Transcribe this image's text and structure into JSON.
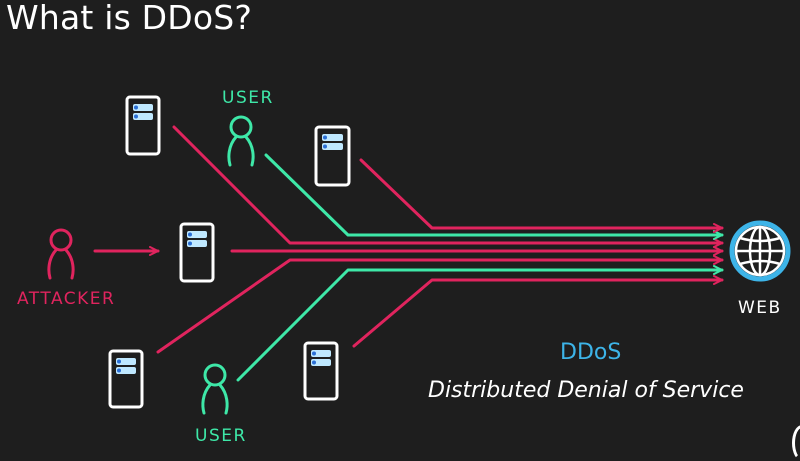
{
  "title": "What is DDoS?",
  "labels": {
    "user_top": "USER",
    "user_bottom": "USER",
    "attacker": "ATTACKER",
    "web": "WEB"
  },
  "caption": {
    "term": "DDoS",
    "expansion": "Distributed Denial of Service"
  },
  "colors": {
    "attack": "#e0245e",
    "user": "#3ee8a8",
    "accent": "#3db4e8",
    "text": "#ffffff",
    "background": "#1e1e1e"
  },
  "icons": [
    "server-icon",
    "user-icon",
    "attacker-icon",
    "globe-icon"
  ]
}
